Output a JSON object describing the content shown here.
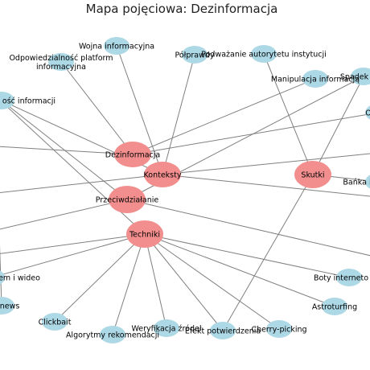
{
  "title": "Mapa pojęciowa: Dezinformacja",
  "colors": {
    "core": "#f28e8e",
    "leaf": "#add8e6",
    "edge": "#808080",
    "text": "#000000"
  },
  "nodes": {
    "dezinformacja": {
      "label": "Dezinformacja",
      "type": "core"
    },
    "konteksty": {
      "label": "Konteksty",
      "type": "core"
    },
    "przeciwdzialanie": {
      "label": "Przeciwdziałanie",
      "type": "core"
    },
    "techniki": {
      "label": "Techniki",
      "type": "core"
    },
    "skutki": {
      "label": "Skutki",
      "type": "core"
    },
    "wojna": {
      "label": "Wojna informacyjna",
      "type": "leaf"
    },
    "polprawdy": {
      "label": "Półprawdy",
      "type": "leaf"
    },
    "podwazanie": {
      "label": "Podważanie autorytetu instytucji",
      "type": "leaf"
    },
    "spadek": {
      "label": "Spadek zaufan",
      "type": "leaf"
    },
    "manipulacja": {
      "label": "Manipulacja informacją",
      "type": "leaf"
    },
    "odpowiedzialnosc": {
      "label": "Odpowiedzialność platform\ninformacyjna",
      "type": "leaf"
    },
    "osc_informacji": {
      "label": "ość informacji",
      "type": "leaf"
    },
    "o_right": {
      "label": "O",
      "type": "leaf"
    },
    "banka": {
      "label": "Bańka i",
      "type": "leaf"
    },
    "em_wideo": {
      "label": "em i wideo",
      "type": "leaf"
    },
    "boty": {
      "label": "Boty interneto",
      "type": "leaf"
    },
    "news": {
      "label": "news",
      "type": "leaf"
    },
    "astroturfing": {
      "label": "Astroturfing",
      "type": "leaf"
    },
    "clickbait": {
      "label": "Clickbait",
      "type": "leaf"
    },
    "weryfikacja": {
      "label": "Weryfikacja źródeł",
      "type": "leaf"
    },
    "cherry": {
      "label": "Cherry-picking",
      "type": "leaf"
    },
    "algorytmy": {
      "label": "Algorytmy rekomendacji",
      "type": "leaf"
    },
    "efekt": {
      "label": "Efekt potwierdzenia",
      "type": "leaf"
    }
  },
  "edges": [
    [
      "dezinformacja",
      "odpowiedzialnosc"
    ],
    [
      "dezinformacja",
      "manipulacja"
    ],
    [
      "dezinformacja",
      "o_right"
    ],
    [
      "dezinformacja",
      "off_left_a"
    ],
    [
      "konteksty",
      "wojna"
    ],
    [
      "konteksty",
      "polprawdy"
    ],
    [
      "konteksty",
      "osc_informacji"
    ],
    [
      "konteksty",
      "off_left_b"
    ],
    [
      "konteksty",
      "off_right_a"
    ],
    [
      "konteksty",
      "off_right_b"
    ],
    [
      "przeciwdzialanie",
      "osc_informacji"
    ],
    [
      "przeciwdzialanie",
      "off_left_c"
    ],
    [
      "przeciwdzialanie",
      "spadek"
    ],
    [
      "przeciwdzialanie",
      "off_right_c"
    ],
    [
      "techniki",
      "em_wideo"
    ],
    [
      "techniki",
      "off_left_d"
    ],
    [
      "techniki",
      "boty"
    ],
    [
      "techniki",
      "astroturfing"
    ],
    [
      "techniki",
      "cherry"
    ],
    [
      "techniki",
      "clickbait"
    ],
    [
      "techniki",
      "algorytmy"
    ],
    [
      "techniki",
      "weryfikacja"
    ],
    [
      "techniki",
      "efekt"
    ],
    [
      "techniki",
      "off_left_e"
    ],
    [
      "skutki",
      "podwazanie"
    ],
    [
      "skutki",
      "spadek"
    ],
    [
      "skutki",
      "banka"
    ],
    [
      "skutki",
      "efekt"
    ],
    [
      "off_left_f",
      "news"
    ]
  ]
}
